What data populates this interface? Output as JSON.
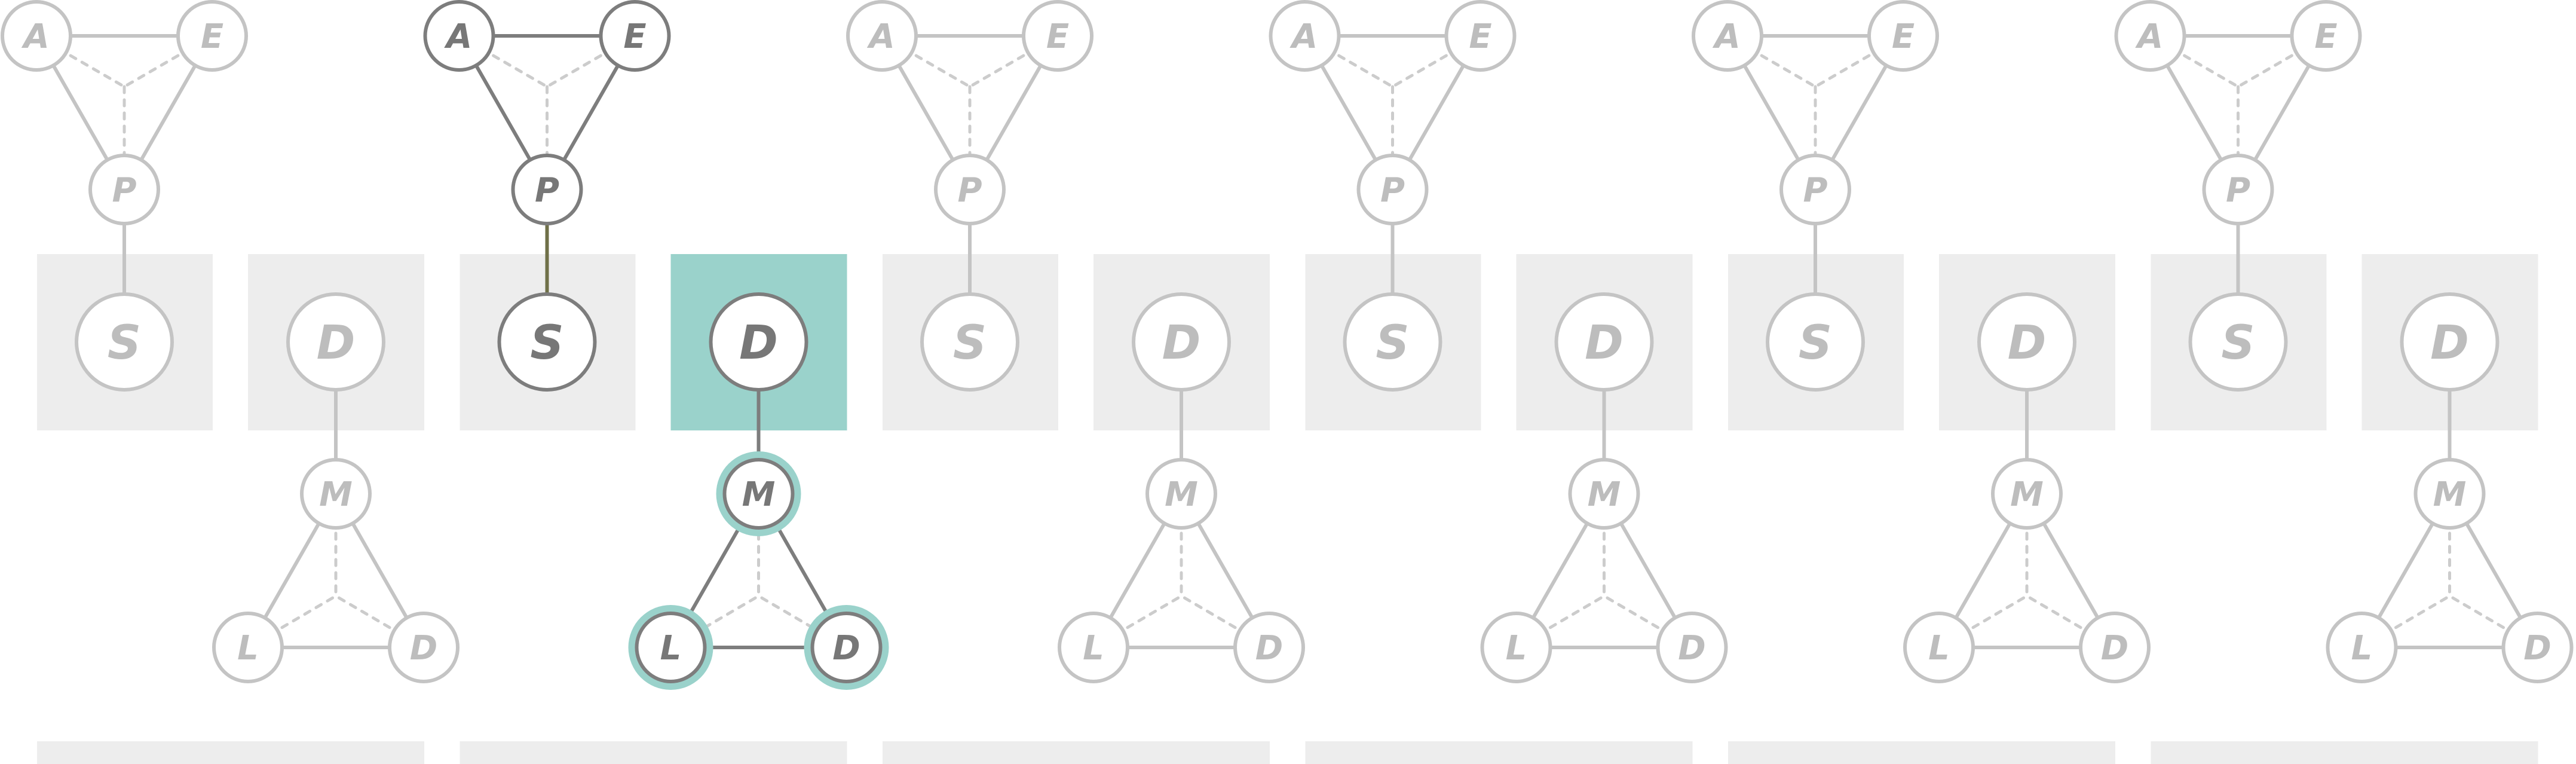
{
  "labels": {
    "A": "A",
    "E": "E",
    "P": "P",
    "S": "S",
    "D": "D",
    "M": "M",
    "L": "L"
  },
  "panels": [
    {
      "id": "1",
      "box1": "S",
      "box2": "D",
      "highlight": "none"
    },
    {
      "id": "2",
      "box1": "S",
      "box2": "D",
      "highlight": "top"
    },
    {
      "id": "3",
      "box1": "S",
      "box2": "D",
      "highlight": "none"
    },
    {
      "id": "4",
      "box1": "S",
      "box2": "D",
      "highlight": "none"
    },
    {
      "id": "5",
      "box1": "S",
      "box2": "D",
      "highlight": "none"
    },
    {
      "id": "6",
      "box1": "S",
      "box2": "D",
      "highlight": "none"
    }
  ],
  "colors": {
    "box_fill": "#ededed",
    "box_active_fill": "#9ad2cb",
    "ring_glow": "#9ad2cb",
    "muted_stroke": "#c4c4c4",
    "muted_text": "#bdbdbd",
    "active_stroke": "#7d7d7d",
    "active_text": "#777777",
    "link_accent": "#6f7048",
    "dashed": "#cccccc"
  }
}
